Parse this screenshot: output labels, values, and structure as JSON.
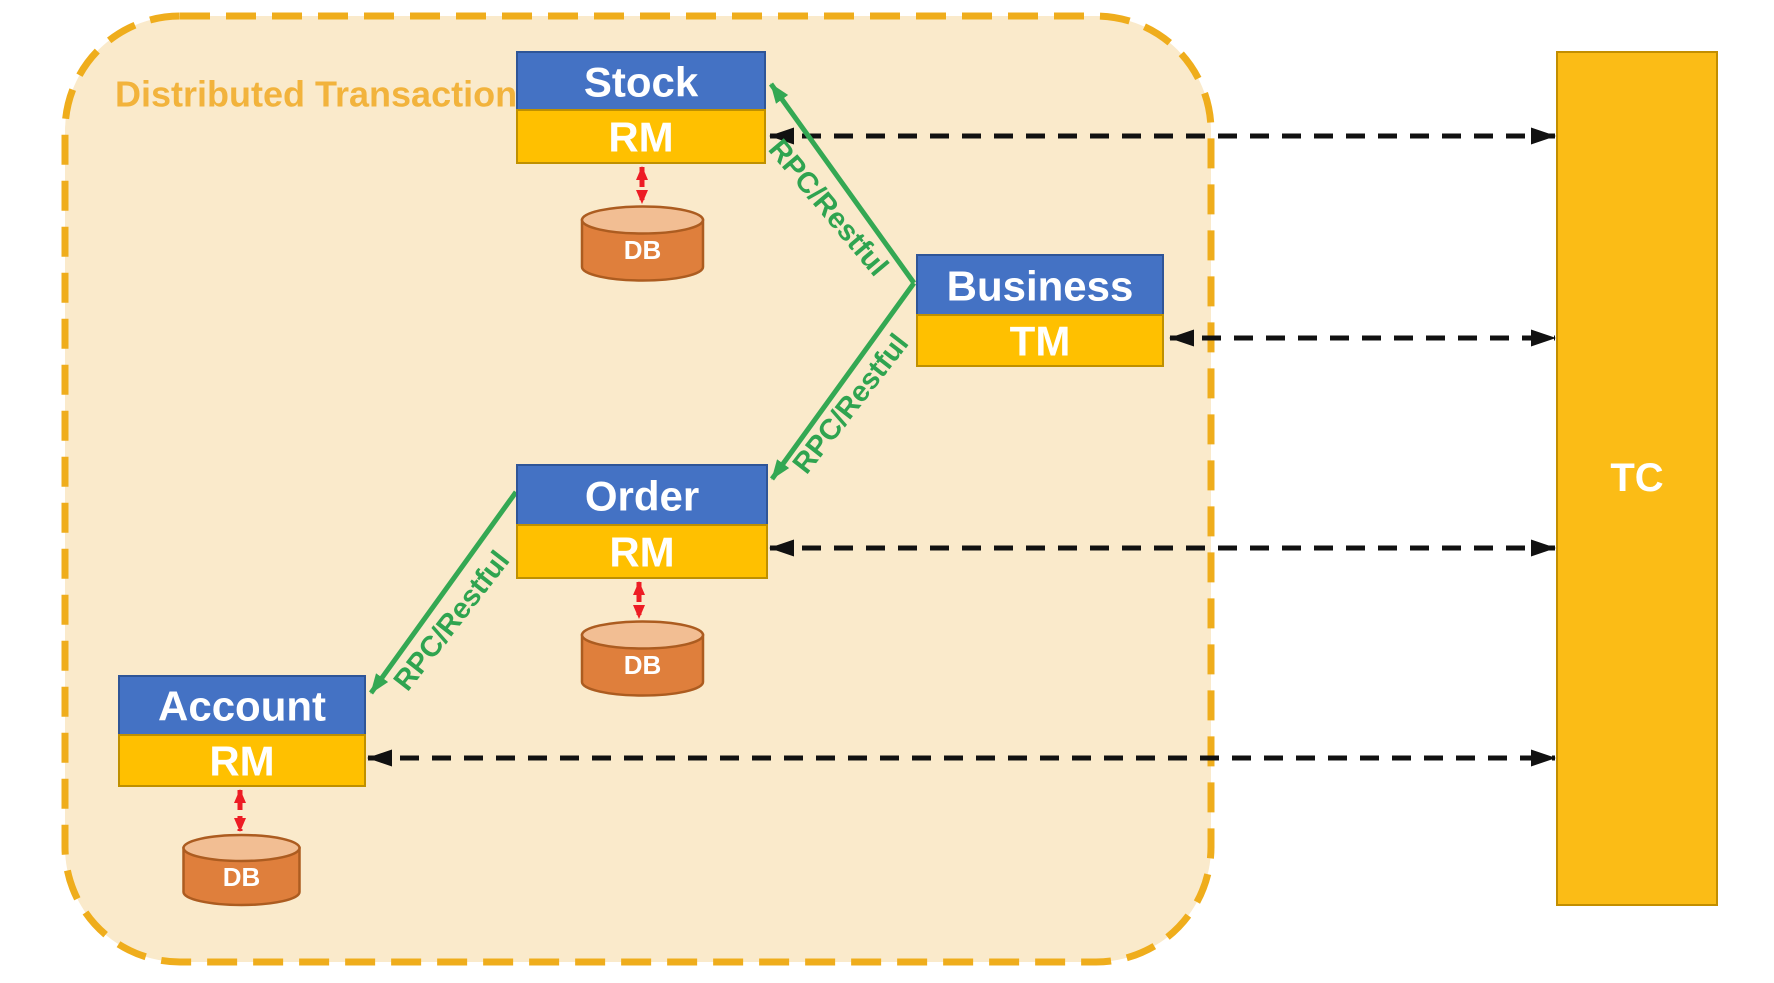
{
  "title": "Distributed Transaction",
  "coordinator": {
    "label": "TC"
  },
  "db_label": "DB",
  "services": [
    {
      "name": "Stock",
      "role": "RM",
      "has_db": true
    },
    {
      "name": "Business",
      "role": "TM",
      "has_db": false
    },
    {
      "name": "Order",
      "role": "RM",
      "has_db": true
    },
    {
      "name": "Account",
      "role": "RM",
      "has_db": true
    }
  ],
  "connections": {
    "rpc": [
      {
        "from": "Business",
        "to": "Stock",
        "label": "RPC/Restful"
      },
      {
        "from": "Business",
        "to": "Order",
        "label": "RPC/Restful"
      },
      {
        "from": "Order",
        "to": "Account",
        "label": "RPC/Restful"
      }
    ],
    "tc_links": [
      "Stock RM",
      "Business TM",
      "Order RM",
      "Account RM"
    ],
    "db_links": [
      "Stock RM",
      "Order RM",
      "Account RM"
    ]
  },
  "colors": {
    "service_header": "#4472c4",
    "resource_manager": "#ffc000",
    "coordinator": "#fbbc16",
    "db_body": "#df7f3c",
    "db_top": "#f2be93",
    "frame_fill": "#faeacb",
    "frame_border": "#efad1c",
    "title_text": "#f2b33c",
    "rpc_green": "#34a853",
    "db_link_red": "#ed1c24",
    "tc_link_black": "#111111"
  }
}
